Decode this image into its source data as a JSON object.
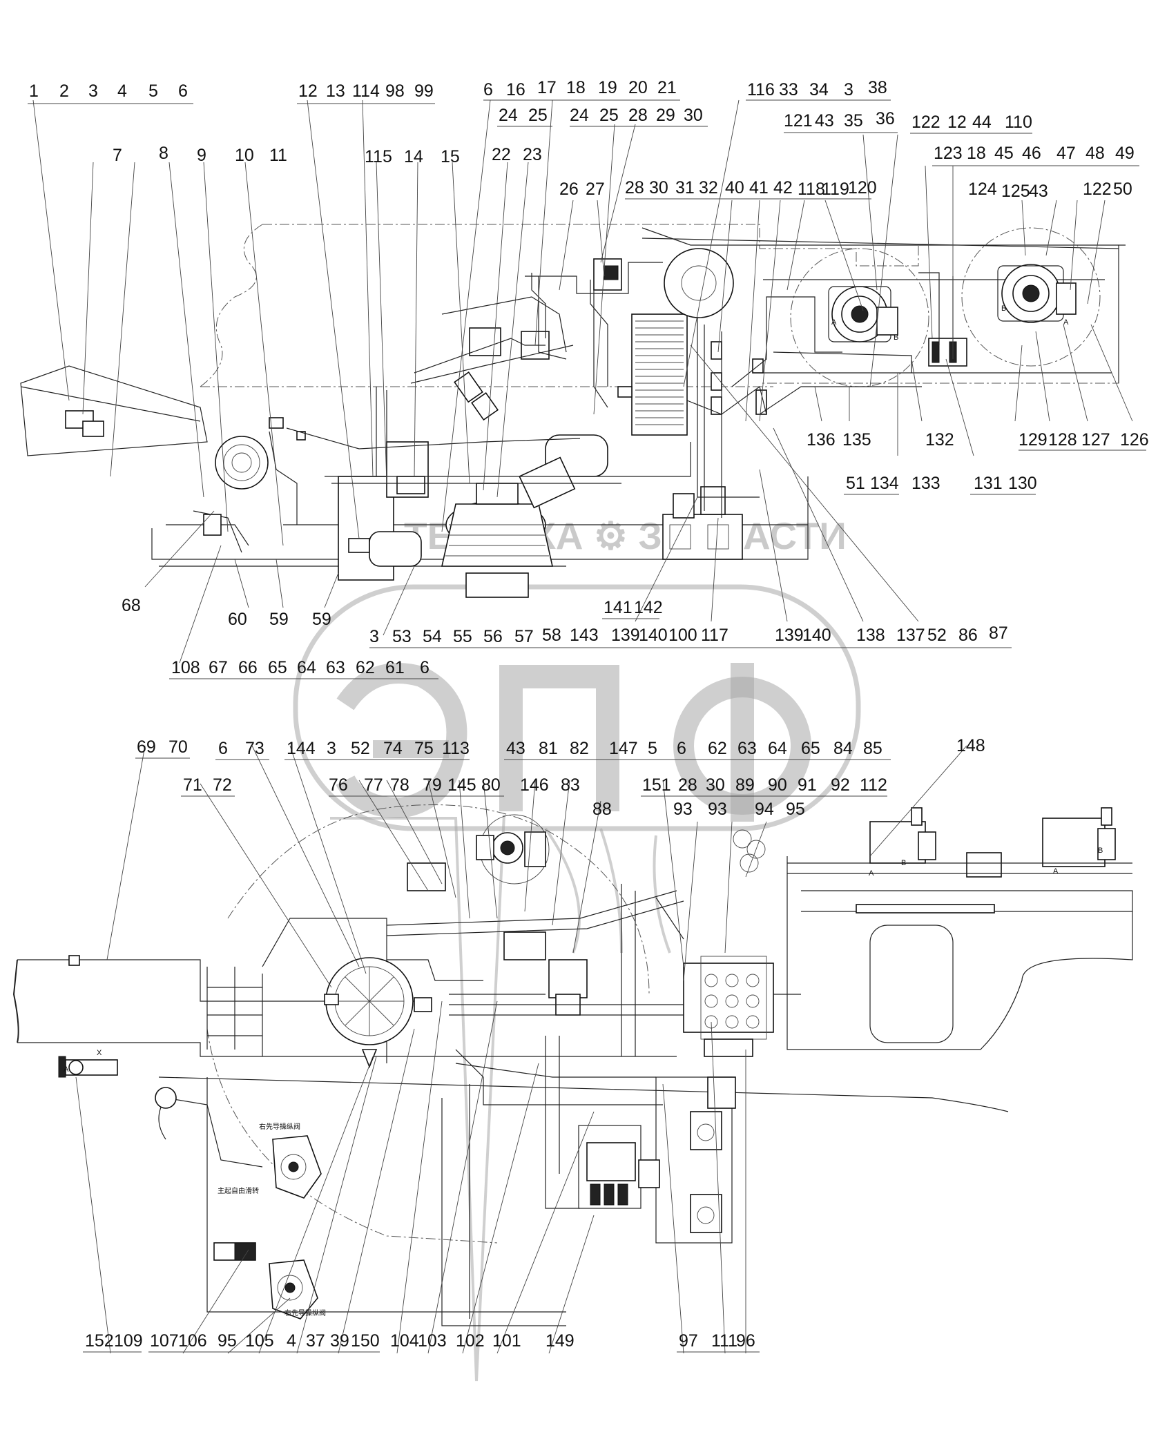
{
  "top_view": {
    "labels": [
      "1",
      "2",
      "3",
      "4",
      "5",
      "6",
      "12",
      "13",
      "114",
      "98",
      "99",
      "6",
      "16",
      "17",
      "18",
      "19",
      "20",
      "21",
      "24",
      "25",
      "24",
      "25",
      "28",
      "29",
      "30",
      "116",
      "33",
      "34",
      "3",
      "38",
      "121",
      "43",
      "35",
      "36",
      "122",
      "12",
      "44",
      "110",
      "123",
      "18",
      "45",
      "46",
      "47",
      "48",
      "49",
      "7",
      "8",
      "9",
      "10",
      "11",
      "115",
      "14",
      "15",
      "22",
      "23",
      "26",
      "27",
      "28",
      "30",
      "31",
      "32",
      "40",
      "41",
      "42",
      "118",
      "119",
      "120",
      "124",
      "125",
      "43",
      "122",
      "50",
      "136",
      "135",
      "132",
      "129",
      "128",
      "127",
      "126",
      "51",
      "134",
      "133",
      "131",
      "130",
      "68",
      "60",
      "59",
      "59",
      "141",
      "142",
      "3",
      "53",
      "54",
      "55",
      "56",
      "57",
      "58",
      "143",
      "139",
      "140",
      "100",
      "117",
      "139",
      "140",
      "138",
      "137",
      "52",
      "86",
      "87",
      "108",
      "67",
      "66",
      "65",
      "64",
      "63",
      "62",
      "61",
      "6"
    ],
    "valve_marks": [
      "A",
      "B",
      "B",
      "A"
    ]
  },
  "bottom_view": {
    "labels": [
      "69",
      "70",
      "6",
      "73",
      "144",
      "3",
      "52",
      "74",
      "75",
      "113",
      "43",
      "81",
      "82",
      "147",
      "5",
      "6",
      "62",
      "63",
      "64",
      "65",
      "84",
      "85",
      "148",
      "71",
      "72",
      "76",
      "77",
      "78",
      "79",
      "145",
      "80",
      "146",
      "83",
      "151",
      "28",
      "30",
      "89",
      "90",
      "91",
      "92",
      "112",
      "88",
      "93",
      "93",
      "94",
      "95",
      "152",
      "109",
      "107",
      "106",
      "95",
      "105",
      "4",
      "37",
      "39",
      "150",
      "104",
      "103",
      "102",
      "101",
      "149",
      "97",
      "111",
      "96"
    ],
    "valve_marks": [
      "A",
      "X",
      "A",
      "B",
      "A",
      "B"
    ],
    "chinese_notes": [
      "右先导操纵阀",
      "右先导操纵阀",
      "主起自由滑转"
    ]
  },
  "watermark": {
    "logo": "ЭПФ",
    "text": "ТЕХНИКА ⚙ ЗАПЧАСТИ"
  }
}
